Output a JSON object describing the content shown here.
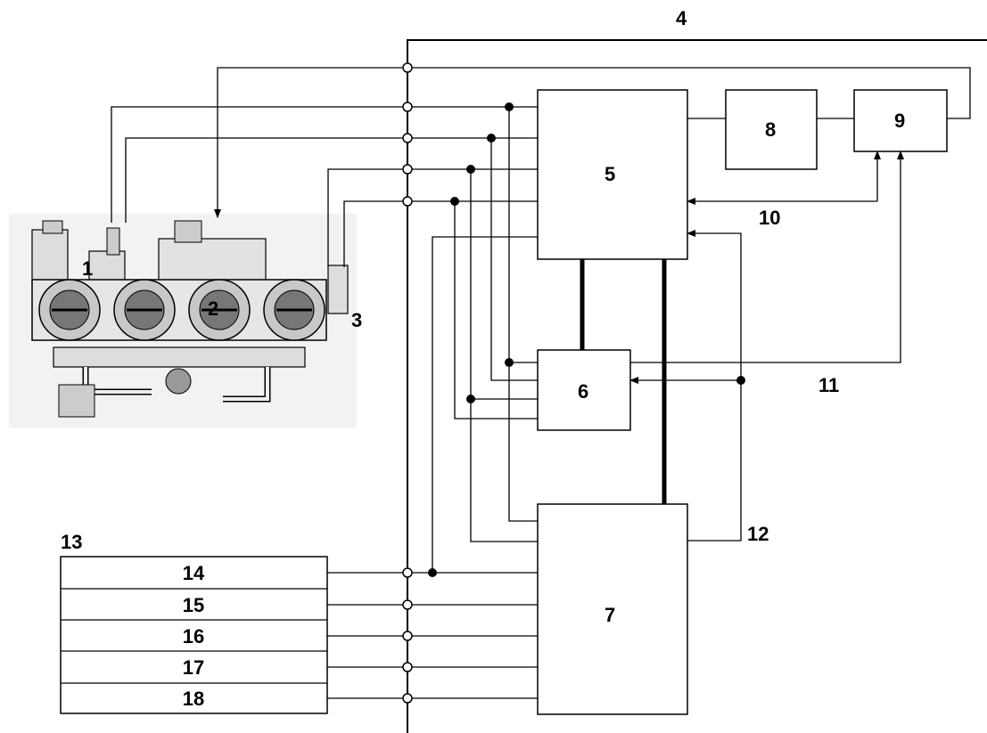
{
  "labels": {
    "l1": "1",
    "l2": "2",
    "l3": "3",
    "l4": "4",
    "l5": "5",
    "l6": "6",
    "l7": "7",
    "l8": "8",
    "l9": "9",
    "l10": "10",
    "l11": "11",
    "l12": "12",
    "l13": "13"
  },
  "table": {
    "rows": [
      "14",
      "15",
      "16",
      "17",
      "18"
    ]
  }
}
